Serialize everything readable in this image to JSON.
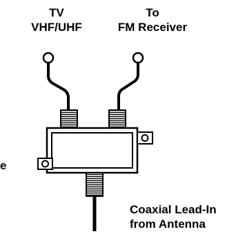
{
  "labels": {
    "tv_line1": "TV",
    "tv_line2": "VHF/UHF",
    "fm_line1": "To",
    "fm_line2": "FM Receiver",
    "coax_line1": "Coaxial Lead-In",
    "coax_line2": "from Antenna",
    "cut_fragment": "er"
  },
  "colors": {
    "ink": "#000000",
    "background": "#ffffff",
    "screw_terminal": "#b8b8b8"
  }
}
